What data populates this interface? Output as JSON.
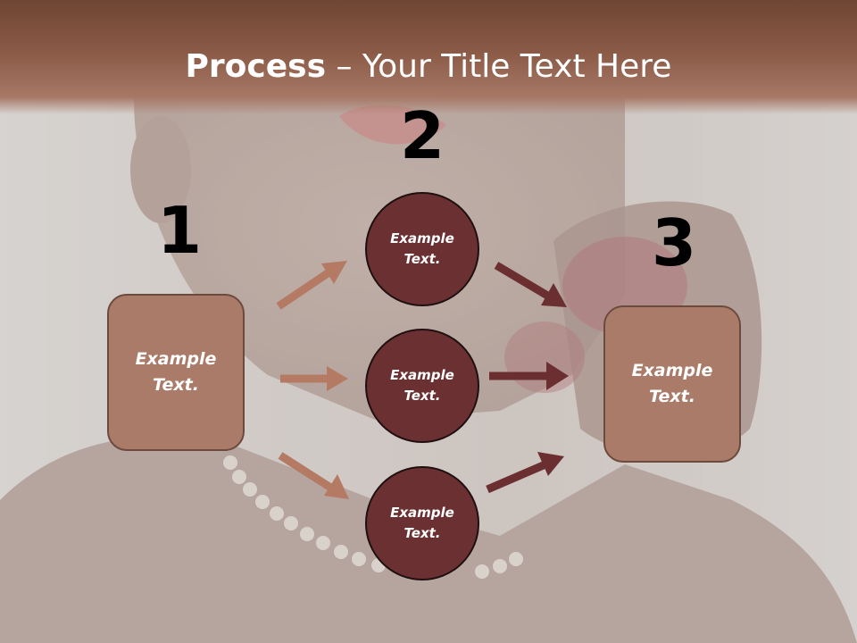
{
  "title": {
    "bold": "Process",
    "rest": " – Your Title Text Here"
  },
  "steps": {
    "one": "1",
    "two": "2",
    "three": "3"
  },
  "left_box": {
    "text": "Example\nText."
  },
  "circles": [
    {
      "text": "Example\nText."
    },
    {
      "text": "Example\nText."
    },
    {
      "text": "Example\nText."
    }
  ],
  "right_box": {
    "text": "Example\nText."
  },
  "colors": {
    "header": "#8a5a46",
    "box_fill": "#aa7b68",
    "circle_fill": "#6b3132",
    "arrow_light": "#b57a64",
    "arrow_dark": "#6b2f31"
  }
}
